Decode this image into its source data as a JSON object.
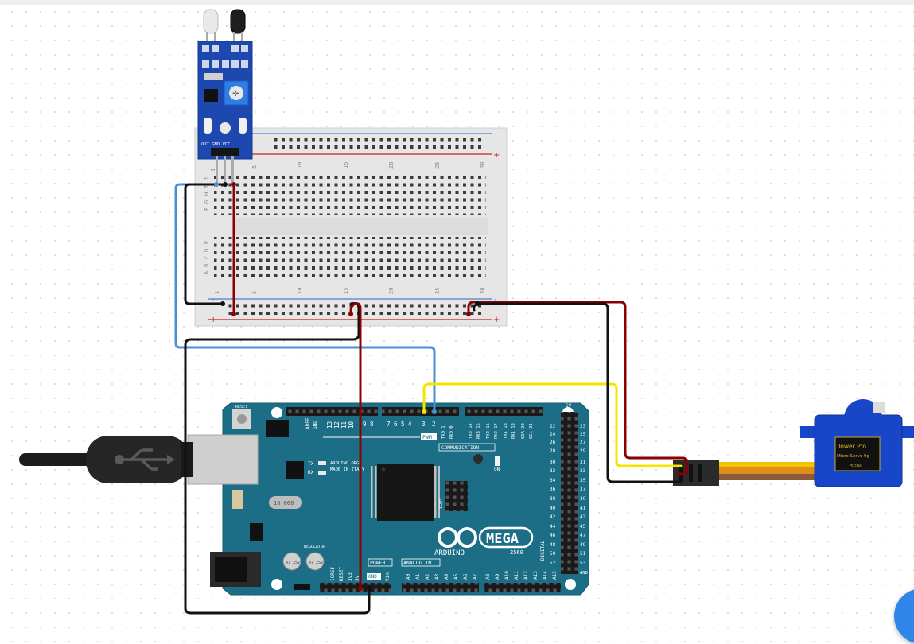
{
  "colors": {
    "board": "#1b6e85",
    "breadboard": "#e8e8e8",
    "wire_black": "#111111",
    "wire_red": "#8b0000",
    "wire_blue": "#4a90d9",
    "wire_yellow": "#f5e400",
    "servo_body": "#1846c8",
    "sensor_pcb": "#1d48b0",
    "fab": "#2f86e8"
  },
  "sensor": {
    "pins_label": "OUT GND VCC",
    "leds": [
      "white-ir-emitter",
      "black-ir-receiver"
    ]
  },
  "breadboard": {
    "column_numbers": [
      "1",
      "5",
      "10",
      "15",
      "20",
      "25",
      "30"
    ],
    "rows_top": [
      "J",
      "I",
      "H",
      "G",
      "F"
    ],
    "rows_bottom": [
      "E",
      "D",
      "C",
      "B",
      "A"
    ],
    "rail_minus": "-",
    "rail_plus": "+"
  },
  "arduino": {
    "reset": "RESET",
    "aref": "AREF",
    "gnd_top": "GND",
    "pwm": "PWM",
    "pwm_pins": [
      "13",
      "12",
      "11",
      "10",
      "9",
      "8",
      "7",
      "6",
      "5",
      "4",
      "3",
      "2"
    ],
    "tx_label": "TX",
    "rx_label": "RX",
    "comm_pins": [
      "TX0 1",
      "RX0 0",
      "TX3 14",
      "RX3 15",
      "TX2 16",
      "RX2 17",
      "TX1 18",
      "RX1 19",
      "SDA 20",
      "SCL 21"
    ],
    "communication": "COMMUNICATION",
    "site": "ARDUINO.ORG",
    "made_in": "MADE IN ITALY",
    "on_label": "ON",
    "icsp": "ICSP",
    "crystal": "16.000",
    "logo_text": "MEGA",
    "brand": "ARDUINO",
    "model": "2560",
    "power": "POWER",
    "power_pins": [
      "IOREF",
      "RESET",
      "3V3",
      "5V",
      "GND",
      "GND",
      "Vin"
    ],
    "analog_in": "ANALOG IN",
    "analog_pins": [
      "A0",
      "A1",
      "A2",
      "A3",
      "A4",
      "A5",
      "A6",
      "A7",
      "A8",
      "A9",
      "A10",
      "A11",
      "A12",
      "A13",
      "A14",
      "A15"
    ],
    "digital": "DIGITAL",
    "header_5v": "5V",
    "header_gnd": "GND",
    "digital_left": [
      "22",
      "24",
      "26",
      "28",
      "30",
      "32",
      "34",
      "36",
      "38",
      "40",
      "42",
      "44",
      "46",
      "48",
      "50",
      "52"
    ],
    "digital_right": [
      "23",
      "25",
      "27",
      "29",
      "31",
      "33",
      "35",
      "37",
      "39",
      "41",
      "43",
      "45",
      "47",
      "49",
      "51",
      "53"
    ],
    "cap_label": "47 25V",
    "regulator": "REGULATOR"
  },
  "servo": {
    "brand": "Tower Pro",
    "model": "Micro Servo 9g",
    "part": "SG90"
  }
}
